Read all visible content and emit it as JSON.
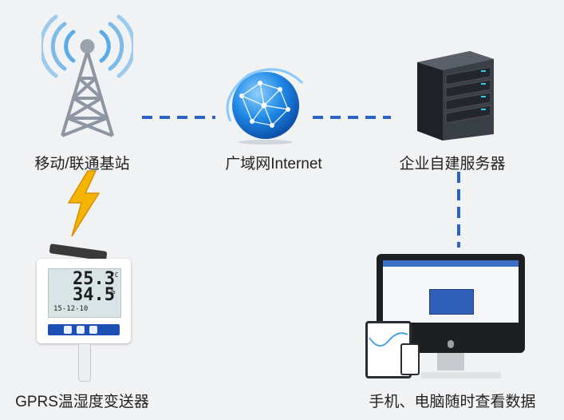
{
  "nodes": {
    "tower_label": "移动/联通基站",
    "internet_label": "广域网Internet",
    "server_label": "企业自建服务器",
    "device_label": "GPRS温湿度变送器",
    "client_label": "手机、电脑随时查看数据"
  },
  "device_screen": {
    "temperature": "25.3",
    "temp_unit": "°C",
    "humidity": "34.5",
    "hum_unit": "%",
    "date": "15-12-10"
  },
  "colors": {
    "link": "#2b63c9",
    "tower": "#8d96a2",
    "signal": "#4aa3e6",
    "globe": "#1e88e5",
    "server": "#2a2d33",
    "lightning": "#f5b400"
  }
}
